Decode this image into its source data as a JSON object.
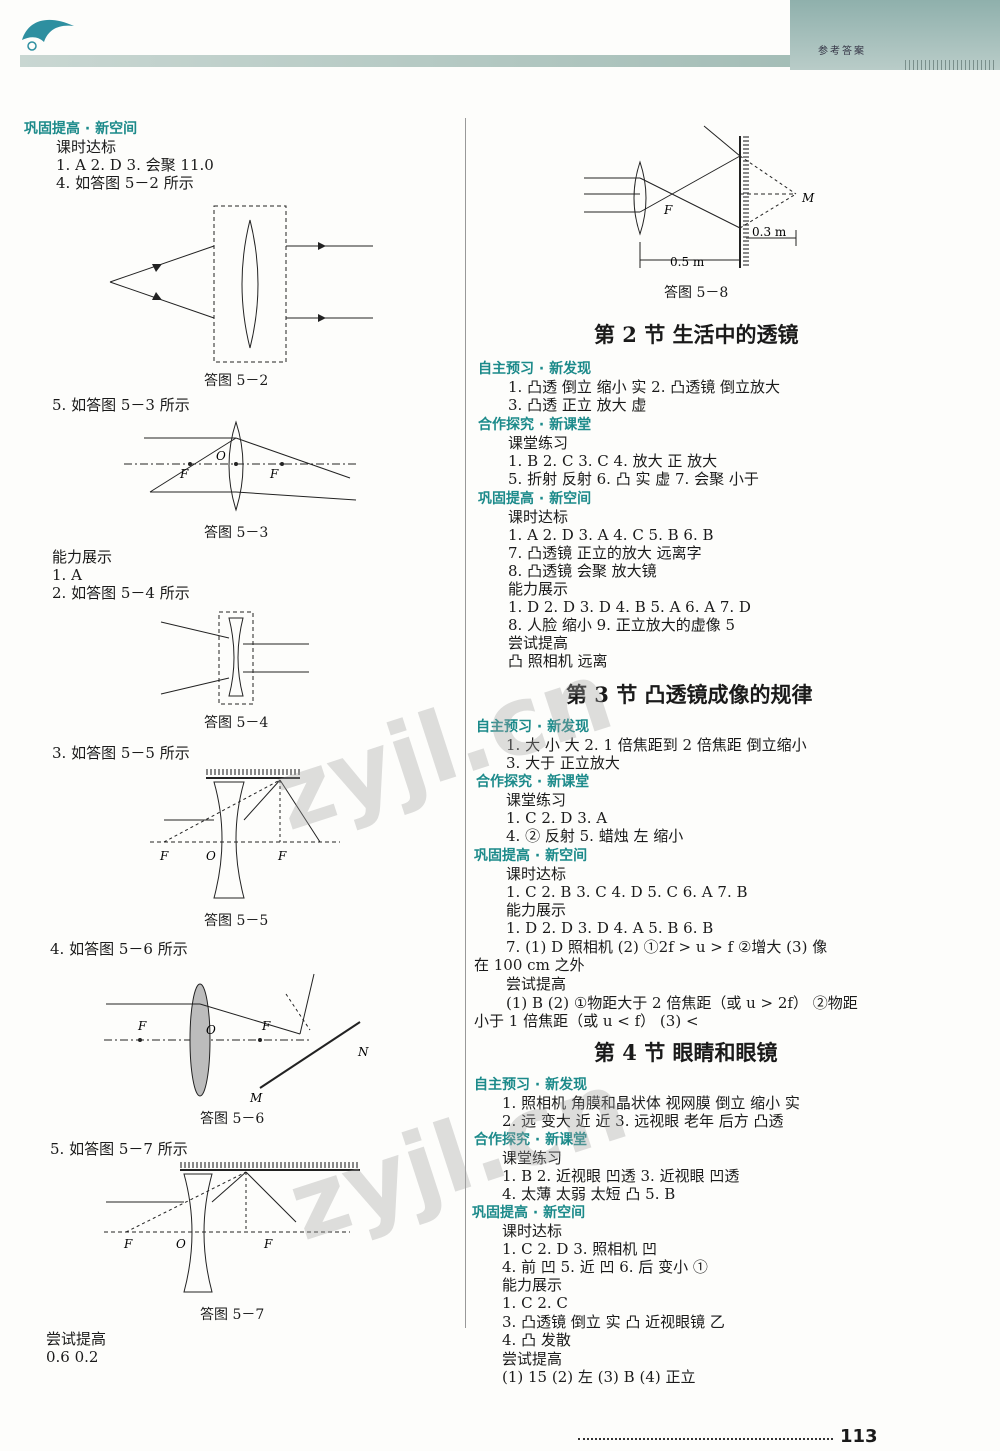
{
  "header": {
    "tag": "参考答案"
  },
  "left": {
    "h1": "巩固提高 · 新空间",
    "l1": "课时达标",
    "l2": "1. A 2. D 3. 会聚   11.0",
    "l3": "4. 如答图 5－2 所示",
    "cap52": "答图 5－2",
    "l4": "5. 如答图 5－3 所示",
    "cap53": "答图 5－3",
    "l5": "能力展示",
    "l6": "1. A",
    "l7": "2. 如答图 5－4 所示",
    "cap54": "答图 5－4",
    "l8": "3. 如答图 5－5 所示",
    "cap55": "答图 5－5",
    "l9": "4. 如答图 5－6 所示",
    "cap56": "答图 5－6",
    "l10": "5. 如答图 5－7 所示",
    "cap57": "答图 5－7",
    "l11": "尝试提高",
    "l12": "0.6  0.2"
  },
  "right": {
    "cap58": "答图 5－8",
    "s2": "第 2 节   生活中的透镜",
    "a1": "自主预习 · 新发现",
    "a2": "1. 凸透  倒立  缩小  实  2. 凸透镜  倒立放大",
    "a3": "3. 凸透  正立  放大  虚",
    "a4": "合作探究 · 新课堂",
    "a5": "课堂练习",
    "a6": "1. B  2. C  3. C  4. 放大  正  放大",
    "a7": "5. 折射  反射  6. 凸  实  虚  7. 会聚  小于",
    "a8": "巩固提高 · 新空间",
    "a9": "课时达标",
    "a10": "1. A  2. D  3. A  4. C  5. B  6. B",
    "a11": "7. 凸透镜  正立的放大  远离字",
    "a12": "8. 凸透镜  会聚  放大镜",
    "a13": "能力展示",
    "a14": "1. D  2. D  3. D  4. B  5. A  6. A  7. D",
    "a15": "8. 人脸  缩小  9. 正立放大的虚像  5",
    "a16": "尝试提高",
    "a17": "凸  照相机  远离",
    "s3": "第 3 节   凸透镜成像的规律",
    "b1": "自主预习 · 新发现",
    "b2": "1. 大  小  大  2. 1 倍焦距到 2 倍焦距  倒立缩小",
    "b3": "3. 大于  正立放大",
    "b4": "合作探究 · 新课堂",
    "b5": "课堂练习",
    "b6": "1. C  2. D  3. A",
    "b7": "4. ②  反射  5. 蜡烛  左  缩小",
    "b8": "巩固提高 · 新空间",
    "b9": "课时达标",
    "b10": "1. C  2. B  3. C  4. D  5. C  6. A  7. B",
    "b11": "能力展示",
    "b12": "1. D  2. D  3. D  4. A  5. B  6. B",
    "b13": "7. (1) D  照相机   (2) ①2f > u > f  ②增大   (3) 像",
    "b14": "在 100 cm 之外",
    "b15": "尝试提高",
    "b16": "(1) B   (2) ①物距大于 2 倍焦距（或 u > 2f）  ②物距",
    "b17": "小于 1 倍焦距（或 u < f）   (3) <",
    "s4": "第 4 节   眼睛和眼镜",
    "c1": "自主预习 · 新发现",
    "c2": "1. 照相机  角膜和晶状体  视网膜  倒立  缩小  实",
    "c3": "2. 远  变大  近  近  3. 远视眼  老年  后方  凸透",
    "c4": "合作探究 · 新课堂",
    "c5": "课堂练习",
    "c6": "1. B  2. 近视眼  凹透  3. 近视眼  凹透",
    "c7": "4. 太薄  太弱  太短  凸  5. B",
    "c8": "巩固提高 · 新空间",
    "c9": "课时达标",
    "c10": "1. C  2. D  3. 照相机  凹",
    "c11": "4. 前  凹  5. 近  凹  6. 后  变小  ①",
    "c12": "能力展示",
    "c13": "1. C  2. C",
    "c14": "3. 凸透镜  倒立  实  凸  近视眼镜  乙",
    "c15": "4. 凸  发散",
    "c16": "尝试提高",
    "c17": "(1) 15   (2) 左   (3) B   (4) 正立"
  },
  "diagram_labels": {
    "F": "F",
    "O": "O",
    "M": "M",
    "N": "N",
    "d05": "0.5 m",
    "d03": "0.3 m"
  },
  "watermark": "zyjl.cn",
  "page_number": "113"
}
